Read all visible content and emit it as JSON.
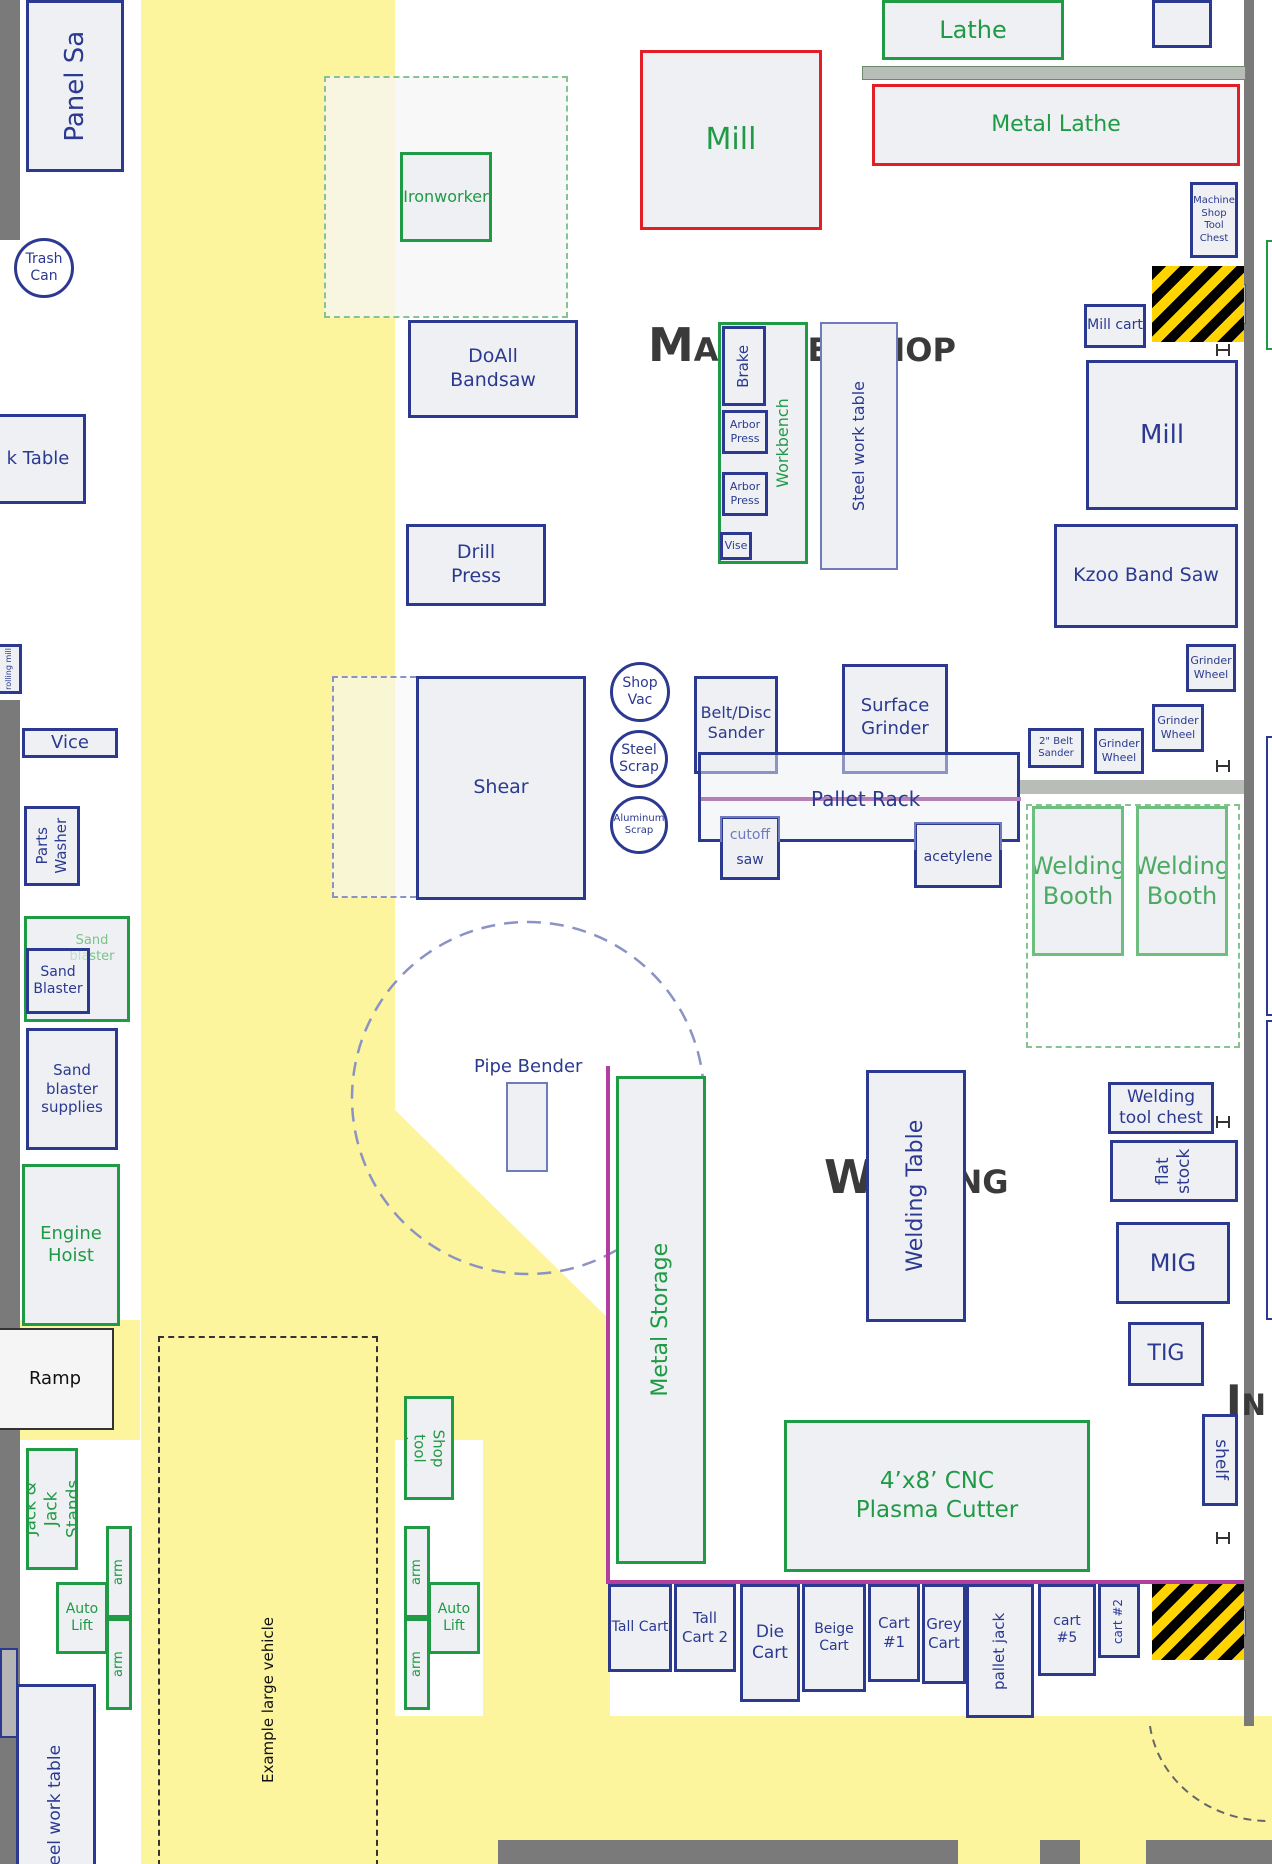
{
  "areas": {
    "machine_shop": "Machine Shop",
    "welding": "Welding",
    "partial_right": "In"
  },
  "equipment": {
    "lathe": "Lathe",
    "mill_top": "Mill",
    "metal_lathe": "Metal Lathe",
    "machine_shop_tool_chest": "Machine Shop Tool Chest",
    "mill_cart": "Mill cart",
    "mill_right": "Mill",
    "kzoo_band_saw": "Kzoo Band Saw",
    "ironworker": "Ironworker",
    "doall_bandsaw": "DoAll Bandsaw",
    "drill_press": "Drill Press",
    "brake": "Brake",
    "workbench": "Workbench",
    "arbor_press_1": "Arbor Press",
    "arbor_press_2": "Arbor Press",
    "vise": "Vise",
    "steel_work_table": "Steel work table",
    "shear": "Shear",
    "shop_vac": "Shop Vac",
    "steel_scrap": "Steel Scrap",
    "aluminum_scrap": "Aluminum Scrap",
    "belt_disc_sander": "Belt/Disc Sander",
    "surface_grinder": "Surface Grinder",
    "pallet_rack": "Pallet Rack",
    "cutoff_saw_top": "cutoff",
    "cutoff_saw_bottom": "saw",
    "acetylene": "acetylene",
    "belt_sander_2in": "2\" Belt Sander",
    "grinder_wheel_1": "Grinder Wheel",
    "grinder_wheel_2": "Grinder Wheel",
    "grinder_wheel_3": "Grinder Wheel",
    "welding_booth_1": "Welding Booth",
    "welding_booth_2": "Welding Booth",
    "pipe_bender": "Pipe Bender",
    "metal_storage": "Metal Storage",
    "welding_table": "Welding Table",
    "welding_tool_chest": "Welding tool chest",
    "flat_stock": "flat stock",
    "mig": "MIG",
    "tig": "TIG",
    "shelf": "shelf",
    "cnc_plasma": "4’x8’ CNC Plasma Cutter",
    "tall_cart": "Tall Cart",
    "tall_cart_2": "Tall Cart 2",
    "die_cart": "Die Cart",
    "beige_cart": "Beige Cart",
    "cart_1": "Cart #1",
    "grey_cart": "Grey Cart",
    "pallet_jack": "pallet jack",
    "cart_5": "cart #5",
    "cart_2": "cart #2"
  },
  "left_side": {
    "panel_saw": "Panel Sa",
    "trash_can": "Trash Can",
    "k_table": "k Table",
    "rolling_mill": "rolling mill",
    "vice": "Vice",
    "parts_washer": "Parts Washer",
    "sand_blaster": "Sand Blaster",
    "sand_blaster_ghost": "Sand blaster",
    "sand_blaster_supplies": "Sand blaster supplies",
    "engine_hoist": "Engine Hoist",
    "ramp": "Ramp",
    "jack_stands": "Jack & Jack Stands",
    "auto_lift_left": "Auto Lift",
    "arm": "arm",
    "example_vehicle": "Example large vehicle",
    "auto_shop_tool_chest": "Auto Shop tool chest",
    "auto_lift_right": "Auto Lift",
    "steel_work_table_left": "teel work table"
  }
}
